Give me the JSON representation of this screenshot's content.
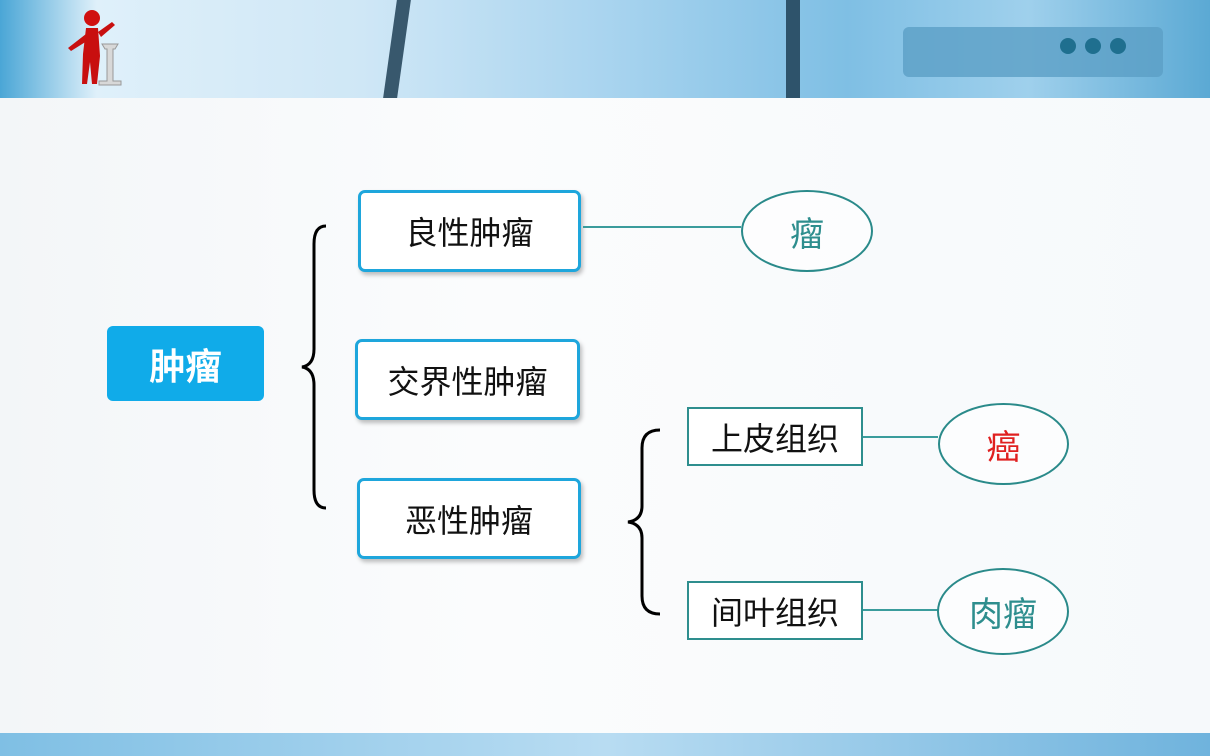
{
  "root": {
    "label": "肿瘤"
  },
  "categories": [
    {
      "label": "良性肿瘤"
    },
    {
      "label": "交界性肿瘤"
    },
    {
      "label": "恶性肿瘤"
    }
  ],
  "benign_term": {
    "label": "瘤"
  },
  "malignant_origins": [
    {
      "label": "上皮组织",
      "term": "癌",
      "term_color": "#e02020"
    },
    {
      "label": "间叶组织",
      "term": "肉瘤",
      "term_color": "#2e8e8e"
    }
  ],
  "colors": {
    "accent": "#10abe9",
    "teal": "#2e8e8e",
    "red": "#e02020"
  }
}
